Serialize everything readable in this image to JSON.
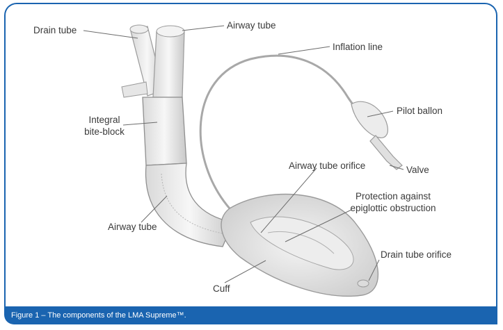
{
  "labels": {
    "drain_tube": "Drain tube",
    "airway_tube_top": "Airway tube",
    "inflation_line": "Inflation line",
    "pilot_ballon": "Pilot ballon",
    "integral_bite_block_1": "Integral",
    "integral_bite_block_2": "bite-block",
    "valve": "Valve",
    "airway_tube_orifice": "Airway tube orifice",
    "protection_1": "Protection against",
    "protection_2": "epiglottic obstruction",
    "airway_tube_bottom": "Airway tube",
    "drain_tube_orifice": "Drain tube orifice",
    "cuff": "Cuff"
  },
  "caption": "Figure 1 – The components of the LMA Supreme™.",
  "colors": {
    "brand_blue": "#1a64b0",
    "label_text": "#3a3a3a",
    "leader_line": "#6b6b6b",
    "device_outline": "#9a9a9a"
  }
}
